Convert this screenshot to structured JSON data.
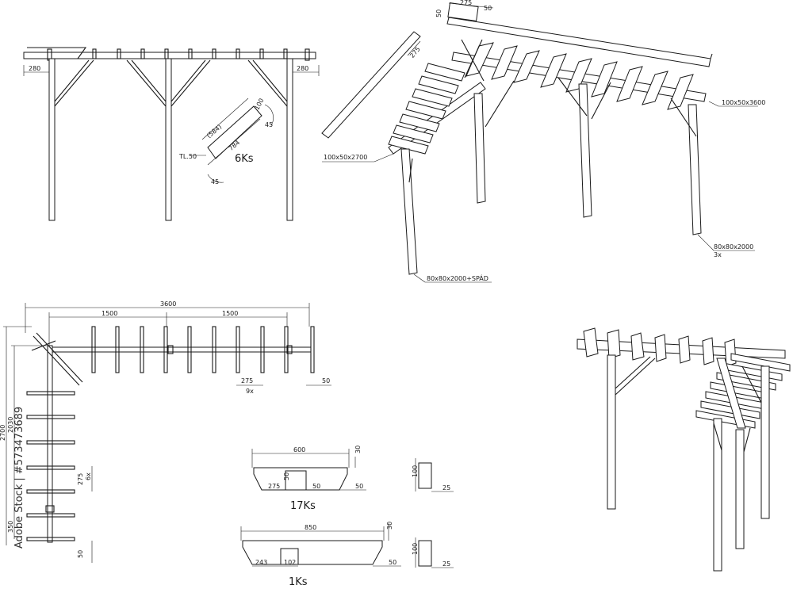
{
  "front_view": {
    "dim_left": "280",
    "dim_right": "280"
  },
  "brace_detail": {
    "dim_100": "100",
    "dim_584": "(584)",
    "dim_784": "784",
    "dim_45_top": "45",
    "dim_45_bottom": "45",
    "tl_label": "TL.50",
    "count": "6Ks"
  },
  "iso_view": {
    "top_dim_275": "275",
    "top_dim_50": "50",
    "side_dim_50": "50",
    "diag_dim_275": "275",
    "label_beam_3600": "100x50x3600",
    "label_beam_2700": "100x50x2700",
    "label_post_3x": "80x80x2000",
    "label_post_3x_count": "3x",
    "label_post_spad": "80x80x2000+SPÁD"
  },
  "plan_view": {
    "dim_3600": "3600",
    "dim_1500_left": "1500",
    "dim_1500_right": "1500",
    "dim_275": "275",
    "dim_9x": "9x",
    "dim_50_right": "50",
    "dim_2700": "2700",
    "dim_2030": "2030",
    "dim_350": "350",
    "dim_275_side": "275",
    "dim_6x": "6x",
    "dim_50_bottom": "50"
  },
  "rafter_600": {
    "dim_600": "600",
    "dim_30": "30",
    "dim_50_mid": "50",
    "dim_275": "275",
    "dim_50_a": "50",
    "dim_50_b": "50",
    "count": "17Ks",
    "sec_100": "100",
    "sec_25": "25"
  },
  "rafter_850": {
    "dim_850": "850",
    "dim_30": "30",
    "dim_243": "243",
    "dim_102": "102",
    "dim_50": "50",
    "count": "1Ks",
    "sec_100": "100",
    "sec_25": "25"
  },
  "watermark": "Adobe Stock | #573473689"
}
